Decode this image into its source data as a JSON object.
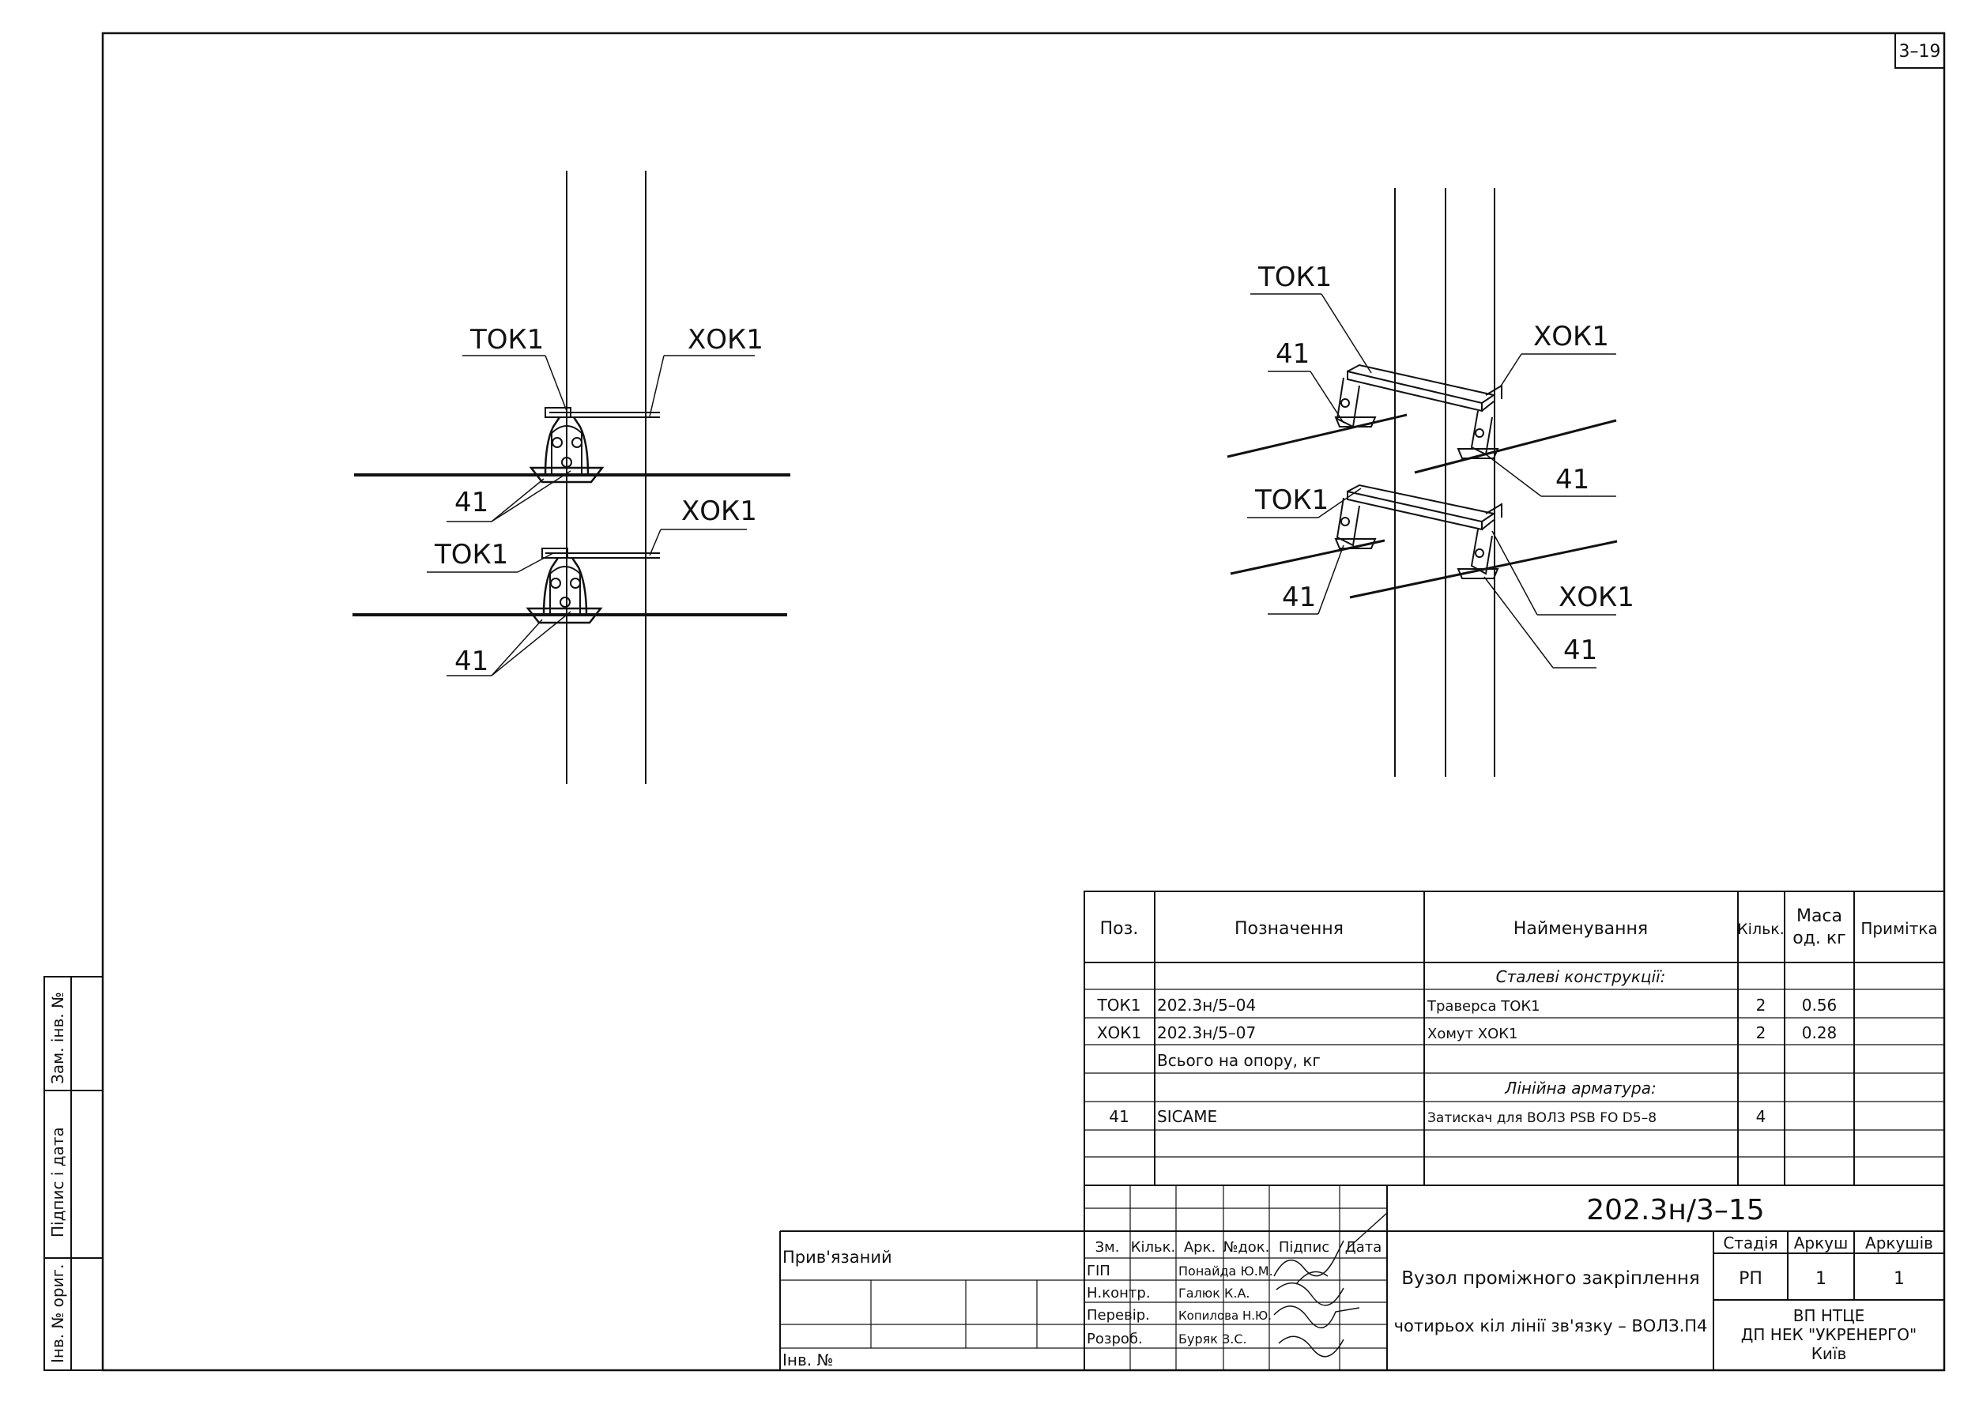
{
  "sheet": {
    "number": "3–19"
  },
  "left_drawing": {
    "labels": [
      "ТОК1",
      "ХОК1",
      "41",
      "ХОК1",
      "ТОК1",
      "41"
    ]
  },
  "right_drawing": {
    "labels": [
      "ТОК1",
      "41",
      "ХОК1",
      "41",
      "ТОК1",
      "41",
      "ХОК1",
      "41"
    ]
  },
  "spec_table": {
    "headers": {
      "pos": "Поз.",
      "designation": "Позначення",
      "name": "Найменування",
      "qty": "Кільк.",
      "mass_1": "Маса",
      "mass_2": "од. кг",
      "note": "Примітка"
    },
    "rows": [
      {
        "pos": "",
        "designation": "",
        "name": "Сталеві конструкції:",
        "qty": "",
        "mass": "",
        "note": ""
      },
      {
        "pos": "ТОК1",
        "designation": "202.3н/5–04",
        "name": "Траверса ТОК1",
        "qty": "2",
        "mass": "0.56",
        "note": ""
      },
      {
        "pos": "ХОК1",
        "designation": "202.3н/5–07",
        "name": "Хомут ХОК1",
        "qty": "2",
        "mass": "0.28",
        "note": ""
      },
      {
        "pos": "",
        "designation": "Всього на опору, кг",
        "name": "",
        "qty": "",
        "mass": "",
        "note": ""
      },
      {
        "pos": "",
        "designation": "",
        "name": "Лінійна арматура:",
        "qty": "",
        "mass": "",
        "note": ""
      },
      {
        "pos": "41",
        "designation": "SICAME",
        "name": "Затискач для ВОЛЗ PSB FO D5–8",
        "qty": "4",
        "mass": "",
        "note": ""
      },
      {
        "pos": "",
        "designation": "",
        "name": "",
        "qty": "",
        "mass": "",
        "note": ""
      },
      {
        "pos": "",
        "designation": "",
        "name": "",
        "qty": "",
        "mass": "",
        "note": ""
      }
    ]
  },
  "title_block": {
    "doc_code": "202.3н/3–15",
    "col_headers": [
      "Зм.",
      "Кільк.",
      "Арк.",
      "№док.",
      "Підпис",
      "Дата"
    ],
    "roles": [
      {
        "role": "ГІП",
        "name": "Понайда Ю.М."
      },
      {
        "role": "Н.контр.",
        "name": "Галюк К.А."
      },
      {
        "role": "Перевір.",
        "name": "Копилова Н.Ю."
      },
      {
        "role": "Розроб.",
        "name": "Буряк З.С."
      }
    ],
    "title_line_1": "Вузол проміжного закріплення",
    "title_line_2": "чотирьох кіл лінії зв'язку – ВОЛЗ.П4",
    "stage_label": "Стадія",
    "sheet_label": "Аркуш",
    "sheets_label": "Аркушів",
    "stage": "РП",
    "sheet": "1",
    "sheets": "1",
    "org_1": "ВП НТЦЕ",
    "org_2": "ДП НЕК \"УКРЕНЕРГО\"",
    "org_3": "Київ",
    "attached": "Прив'язаний",
    "inv_no": "Інв. №"
  },
  "side_strip": {
    "labels": [
      "Інв. № ориг.",
      "Підпис і дата",
      "Зам. інв. №"
    ]
  }
}
